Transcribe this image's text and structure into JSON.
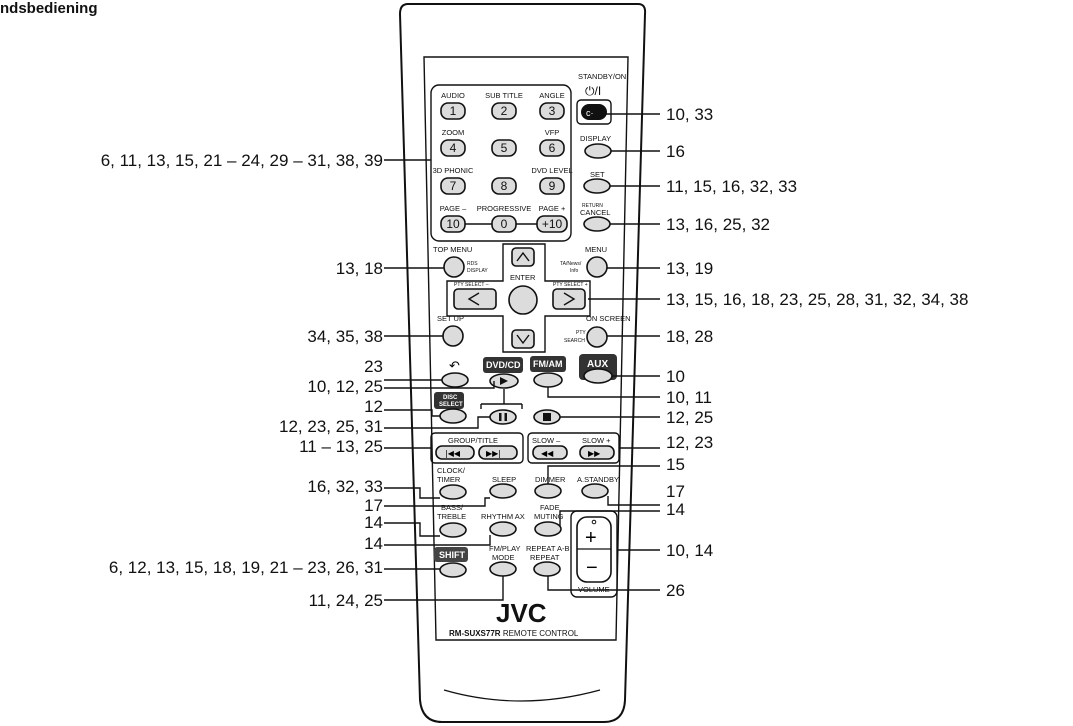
{
  "heading": "ndsbediening",
  "remote": {
    "brand": "JVC",
    "model": "RM-SUXS77R",
    "model_suffix": "REMOTE CONTROL",
    "standby_label": "STANDBY/ON",
    "standby_symbol": "⏻/I",
    "enter_label": "ENTER",
    "numpad": [
      {
        "label": "AUDIO",
        "key": "1"
      },
      {
        "label": "SUB TITLE",
        "key": "2"
      },
      {
        "label": "ANGLE",
        "key": "3"
      },
      {
        "label": "ZOOM",
        "key": "4"
      },
      {
        "label": "",
        "key": "5"
      },
      {
        "label": "VFP",
        "key": "6"
      },
      {
        "label": "3D PHONIC",
        "key": "7"
      },
      {
        "label": "",
        "key": "8"
      },
      {
        "label": "DVD LEVEL",
        "key": "9"
      },
      {
        "label": "PAGE –",
        "key": "10"
      },
      {
        "label": "PROGRESSIVE",
        "key": "0"
      },
      {
        "label": "PAGE +",
        "key": "+10"
      }
    ],
    "labels": {
      "display": "DISPLAY",
      "set": "SET",
      "return": "RETURN",
      "cancel": "CANCEL",
      "top_menu": "TOP MENU",
      "rds": "RDS",
      "rds_display": "DISPLAY",
      "menu": "MENU",
      "ta_news": "TA/News/",
      "info": "Info",
      "pty_minus": "PTY SELECT –",
      "pty_plus": "PTY SELECT +",
      "set_up": "SET UP",
      "on_screen": "ON SCREEN",
      "pty": "PTY",
      "search": "SEARCH",
      "dvd_cd": "DVD/CD",
      "fm_am": "FM/AM",
      "aux": "AUX",
      "disc": "DISC",
      "select": "SELECT",
      "group_title": "GROUP/TITLE",
      "slow_minus": "SLOW –",
      "slow_plus": "SLOW +",
      "clock": "CLOCK/",
      "timer": "TIMER",
      "sleep": "SLEEP",
      "dimmer": "DIMMER",
      "a_standby": "A.STANDBY",
      "bass": "BASS/",
      "treble": "TREBLE",
      "rhythm": "RHYTHM AX",
      "fade": "FADE",
      "muting": "MUTING",
      "shift": "SHIFT",
      "fm_play": "FM/PLAY",
      "mode": "MODE",
      "repeat_ab": "REPEAT A-B",
      "repeat": "REPEAT",
      "volume": "VOLUME"
    }
  },
  "callouts": {
    "numpad": "6, 11, 13, 15, 21 – 24, 29 – 31, 38, 39",
    "standby": "10, 33",
    "display": "16",
    "set": "11, 15, 16, 32, 33",
    "cancel": "13, 16, 25, 32",
    "top_menu": "13, 18",
    "menu": "13, 19",
    "cursor": "13, 15, 16, 18, 23, 25, 28, 31, 32, 34, 38",
    "set_up": "34, 35, 38",
    "on_screen": "18, 28",
    "return_arrow": "23",
    "aux": "10",
    "play": "10, 12, 25",
    "fm_am": "10, 11",
    "disc_select": "12",
    "pause": "12, 23, 25, 31",
    "stop": "12, 25",
    "group_title": "11 – 13, 25",
    "slow": "12, 23",
    "dimmer": "15",
    "clock_timer": "16, 32, 33",
    "sleep": "17",
    "a_standby": "17",
    "bass_treble": "14",
    "fade_muting": "14",
    "rhythm": "14",
    "volume": "10, 14",
    "shift": "6, 12, 13, 15, 18, 19, 21 – 23, 26, 31",
    "repeat": "26",
    "fm_play_mode": "11, 24, 25"
  }
}
